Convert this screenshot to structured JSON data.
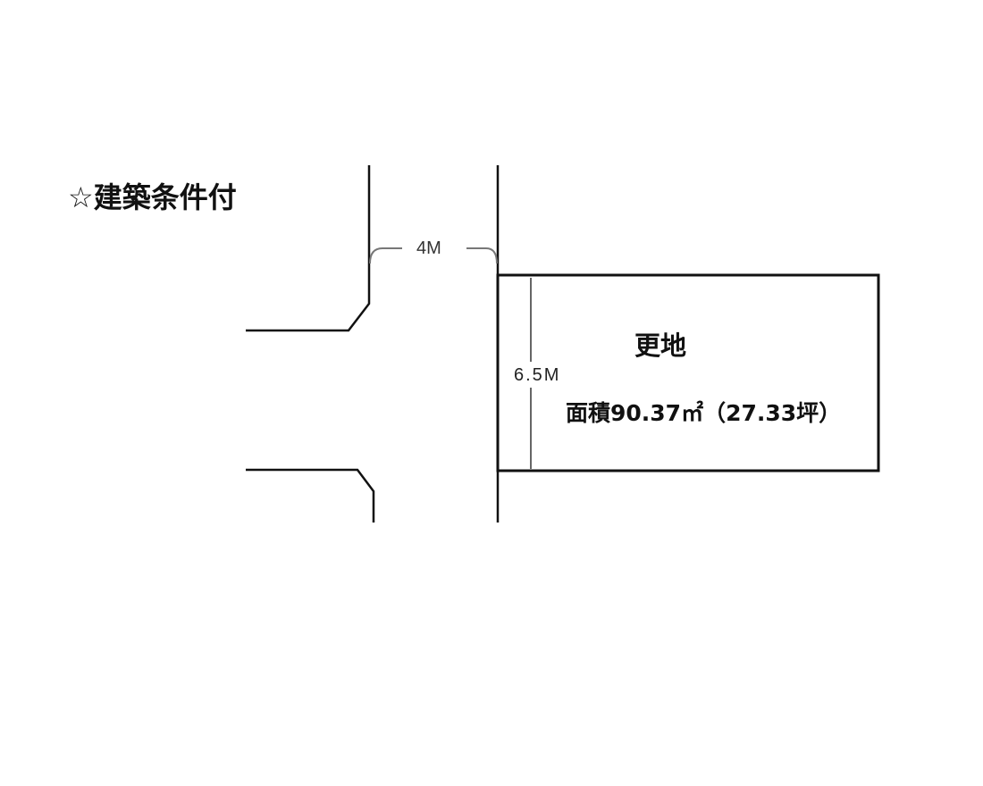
{
  "title": "☆建築条件付",
  "road_width": "4M",
  "frontage": "6.5M",
  "plot": {
    "type": "更地",
    "area": "面積90.37㎡（27.33坪）"
  },
  "colors": {
    "line": "#111111",
    "dimension": "#777777"
  }
}
